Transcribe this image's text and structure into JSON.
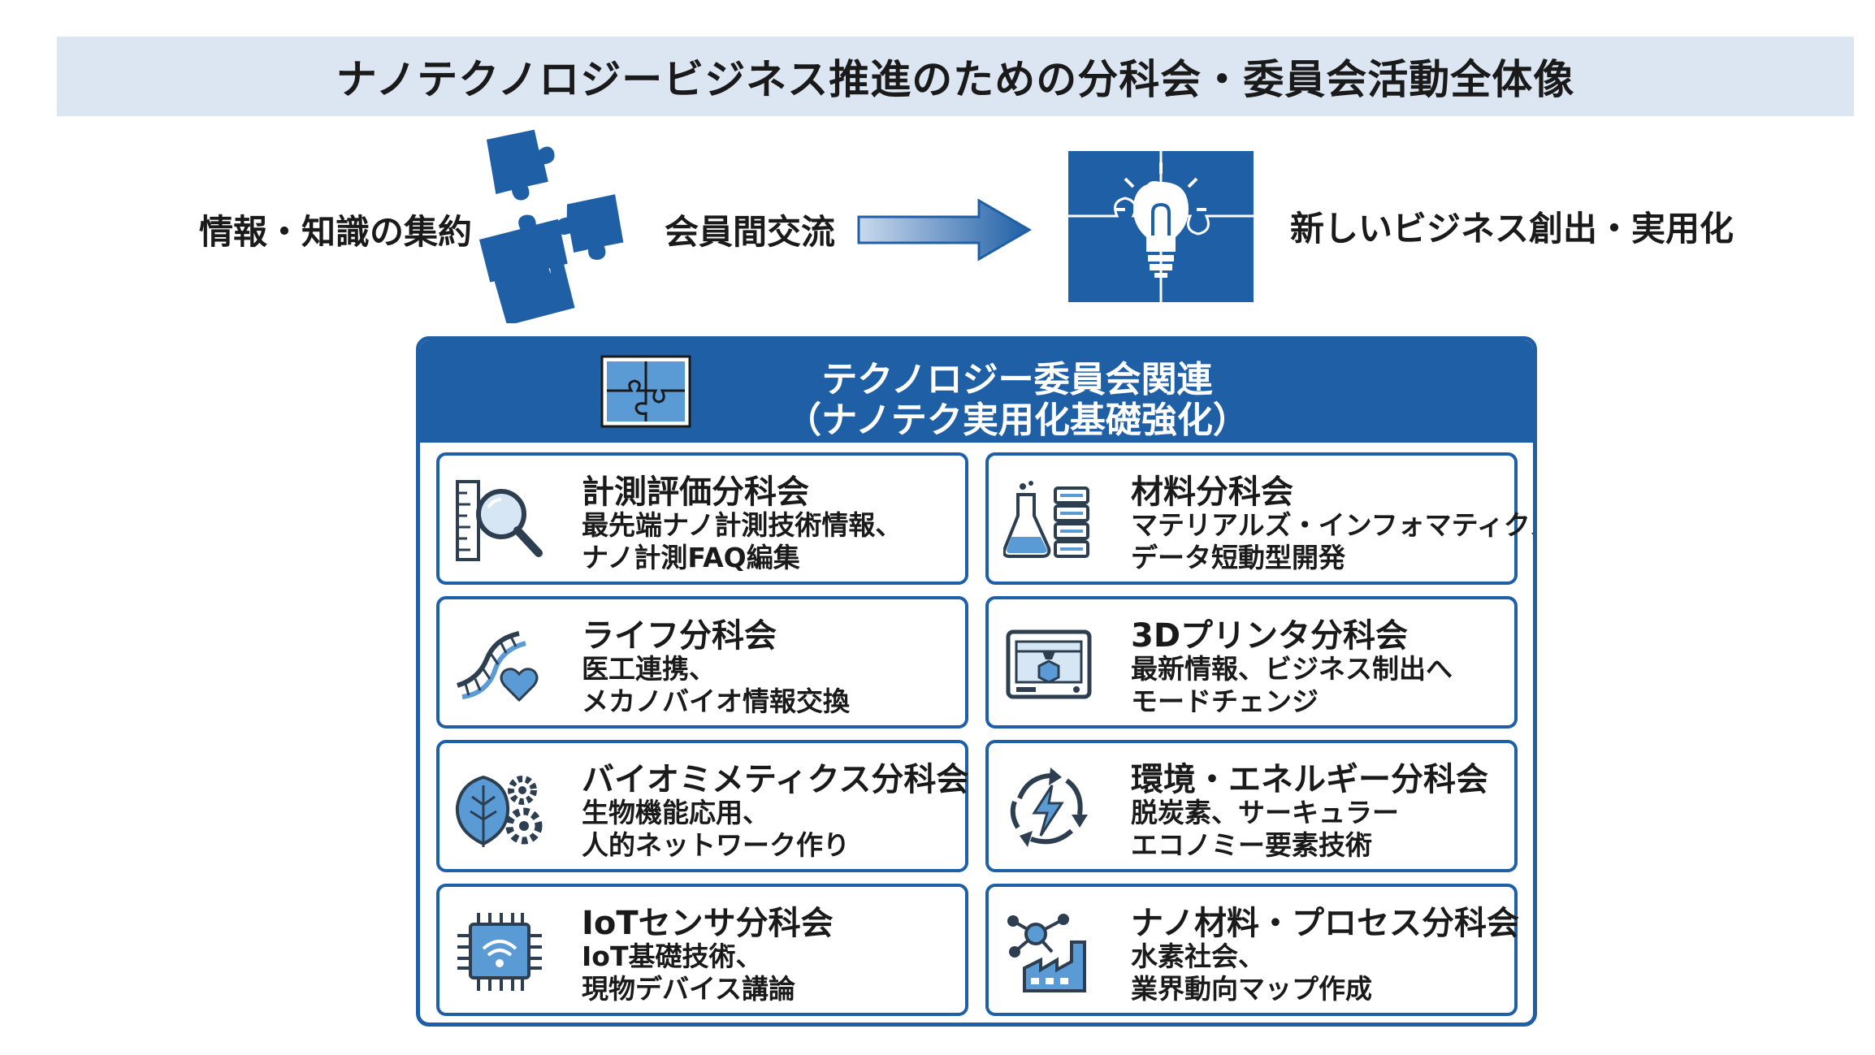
{
  "title": "ナノテクノロジービジネス推進のための分科会・委員会活動全体像",
  "flow": {
    "step1": "情報・知識の集約",
    "step2": "会員間交流",
    "step3": "新しいビジネス創出・実用化"
  },
  "panel": {
    "header_line1": "テクノロジー委員会関連",
    "header_line2": "（ナノテク実用化基礎強化）",
    "cards": [
      {
        "title": "計測評価分科会",
        "line1": "最先端ナノ計測技術情報、",
        "line2": "ナノ計測FAQ編集",
        "icon": "magnifier-ruler-icon"
      },
      {
        "title": "材料分科会",
        "line1": "マテリアルズ・インフォマティクス",
        "line2": "データ短動型開発",
        "icon": "flask-database-icon"
      },
      {
        "title": "ライフ分科会",
        "line1": "医工連携、",
        "line2": "メカノバイオ情報交換",
        "icon": "dna-heart-icon"
      },
      {
        "title": "3Dプリンタ分科会",
        "line1": "最新情報、ビジネス制出へ",
        "line2": "モードチェンジ",
        "icon": "3d-printer-icon"
      },
      {
        "title": "バイオミメティクス分科会",
        "line1": "生物機能応用、",
        "line2": "人的ネットワーク作り",
        "icon": "leaf-gears-icon"
      },
      {
        "title": "環境・エネルギー分科会",
        "line1": "脱炭素、サーキュラー",
        "line2": "エコノミー要素技術",
        "icon": "recycle-bolt-icon"
      },
      {
        "title": "IoTセンサ分科会",
        "line1": "IoT基礎技術、",
        "line2": "現物デバイス講論",
        "icon": "chip-wifi-icon"
      },
      {
        "title": "ナノ材料・プロセス分科会",
        "line1": "水素社会、",
        "line2": "業界動向マップ作成",
        "icon": "molecule-factory-icon"
      }
    ]
  },
  "colors": {
    "accent": "#1f5fa6",
    "title_bar": "#dbe6f2",
    "icon_light": "#5b9bd5",
    "icon_dark": "#2c3e50"
  }
}
